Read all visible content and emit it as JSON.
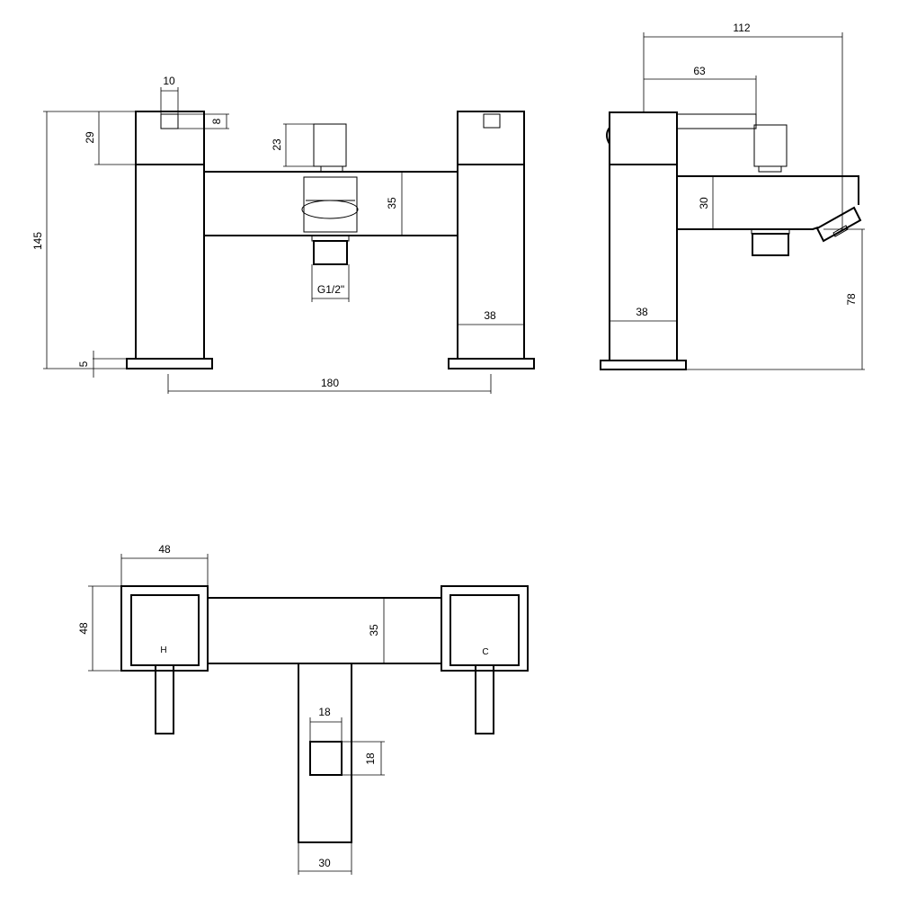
{
  "front_view": {
    "dim_handle_width": "10",
    "dim_handle_height": "8",
    "dim_head_height": "29",
    "dim_total_height": "145",
    "dim_base_height": "5",
    "dim_diverter_height": "23",
    "dim_body_height": "35",
    "dim_connection": "G1/2\"",
    "dim_pillar_width": "38",
    "dim_centres": "180"
  },
  "side_view": {
    "dim_total_depth": "112",
    "dim_lever_depth": "63",
    "dim_spout_height": "30",
    "dim_pillar_width": "38",
    "dim_spout_clearance": "78"
  },
  "top_view": {
    "dim_head_width": "48",
    "dim_head_depth": "48",
    "dim_body_depth": "35",
    "dim_diverter_width": "18",
    "dim_diverter_depth": "18",
    "dim_spout_width": "30",
    "hot_label": "H",
    "cold_label": "C"
  }
}
